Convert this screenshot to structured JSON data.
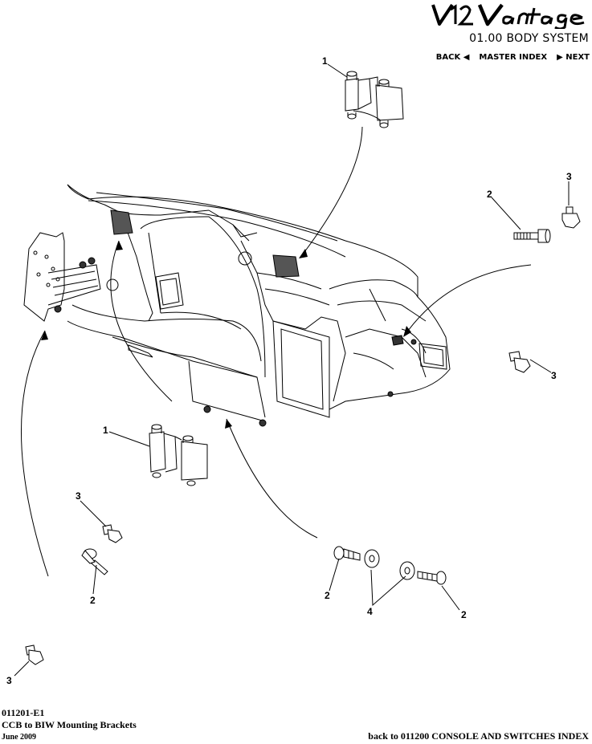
{
  "header": {
    "logo_text": "V12 Vantage",
    "section_title": "01.00 BODY SYSTEM",
    "nav": {
      "back": "BACK",
      "master_index": "MASTER INDEX",
      "next": "NEXT"
    }
  },
  "callouts": {
    "bracket_top": "1",
    "bracket_lower": "1",
    "bolt_upper_right": "2",
    "bolt_left": "2",
    "bolt_bottom_center": "2",
    "bolt_bottom_right": "2",
    "fastener_upper_right": "3",
    "fastener_right": "3",
    "fastener_left": "3",
    "fastener_bottom_left": "3",
    "washers": "4"
  },
  "footer": {
    "code": "011201-E1",
    "title": "CCB to BIW Mounting Brackets",
    "date": "June 2009",
    "back_link": "back to 011200 CONSOLE AND SWITCHES INDEX"
  }
}
